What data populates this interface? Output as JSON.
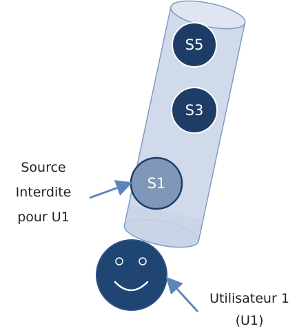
{
  "diagram": {
    "sources": {
      "s5": "S5",
      "s3": "S3",
      "s1": "S1"
    },
    "forbidden_label": {
      "line1": "Source",
      "line2": "Interdite",
      "line3": "pour U1"
    },
    "user_label": {
      "line1": "Utilisateur 1",
      "line2": "(U1)"
    }
  },
  "colors": {
    "cylinder_fill": "#c9d4e6",
    "cylinder_stroke": "#7f9bc2",
    "node_dark": "#1d3d66",
    "node_faded": "#7f97b8",
    "arrow": "#5d86b8",
    "face": "#1f4673"
  }
}
